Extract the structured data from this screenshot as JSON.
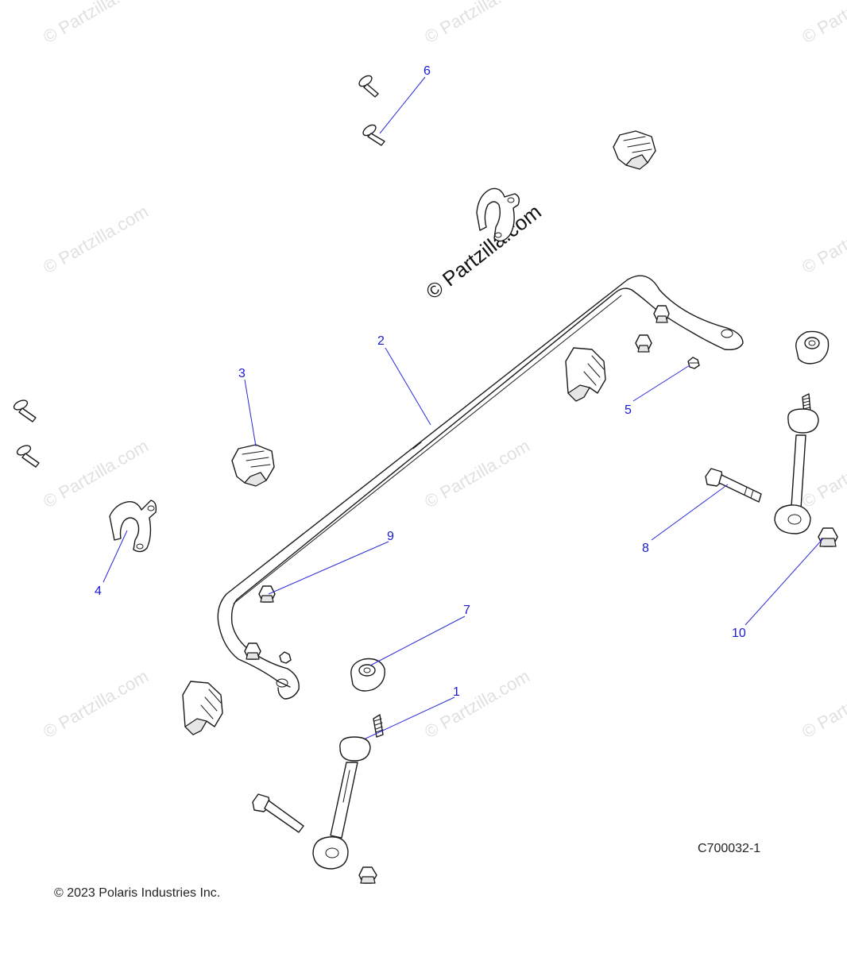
{
  "watermark": {
    "main_text": "© Partzilla.com",
    "tile_text": "© Partzilla.com"
  },
  "callouts": [
    {
      "id": "1",
      "label": "1"
    },
    {
      "id": "2",
      "label": "2"
    },
    {
      "id": "3",
      "label": "3"
    },
    {
      "id": "4",
      "label": "4"
    },
    {
      "id": "5",
      "label": "5"
    },
    {
      "id": "6",
      "label": "6"
    },
    {
      "id": "7",
      "label": "7"
    },
    {
      "id": "8",
      "label": "8"
    },
    {
      "id": "9",
      "label": "9"
    },
    {
      "id": "10",
      "label": "10"
    }
  ],
  "diagram_code": "C700032-1",
  "copyright": "© 2023 Polaris Industries Inc.",
  "colors": {
    "callout": "#1a1ad0",
    "line_art": "#1a1a1a",
    "watermark": "#c8c8c8"
  }
}
